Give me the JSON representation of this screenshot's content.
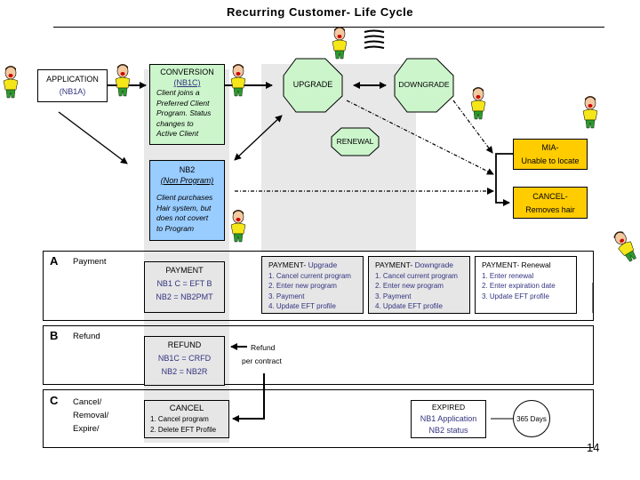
{
  "title": "Recurring Customer- Life Cycle",
  "top_flow": {
    "application": {
      "title": "APPLICATION",
      "code": "(NB1A)"
    },
    "conversion": {
      "title": "CONVERSION",
      "code": "(NB1C)",
      "desc": [
        "Client joins a",
        "Preferred Client",
        "Program.  Status",
        "changes to",
        "Active Client"
      ]
    },
    "upgrade": "UPGRADE",
    "downgrade": "DOWNGRADE",
    "renewal": "RENEWAL",
    "nb2": {
      "title": "NB2",
      "subtitle": "(Non Program)",
      "desc": [
        "Client  purchases",
        "Hair system, but",
        "does not covert",
        "to Program"
      ]
    },
    "mia": {
      "line1": "MIA-",
      "line2": "Unable to locate"
    },
    "cancel_removes": {
      "line1": "CANCEL-",
      "line2": "Removes  hair"
    }
  },
  "sections": {
    "a": {
      "letter": "A",
      "label": "Payment",
      "payment_box": {
        "title": "PAYMENT",
        "lines": [
          "NB1 C = EFT B",
          "NB2 = NB2PMT"
        ]
      },
      "upgrade_box": {
        "title_prefix": "PAYMENT- ",
        "title_suffix": "Upgrade",
        "steps": [
          "1. Cancel current program",
          "2.  Enter new program",
          "3. Payment",
          "4. Update EFT profile"
        ]
      },
      "downgrade_box": {
        "title_prefix": "PAYMENT- ",
        "title_suffix": "Downgrade",
        "steps": [
          "1. Cancel current program",
          "2.  Enter new program",
          "3. Payment",
          "4. Update EFT profile"
        ]
      },
      "renewal_box": {
        "title": "PAYMENT- Renewal",
        "steps": [
          "1. Enter renewal",
          "2.  Enter expiration date",
          "3.  Update EFT profile"
        ]
      }
    },
    "b": {
      "letter": "B",
      "label": "Refund",
      "refund_box": {
        "title": "REFUND",
        "lines": [
          "NB1C = CRFD",
          "NB2 = NB2R"
        ]
      },
      "note": [
        "Refund",
        "per  contract"
      ]
    },
    "c": {
      "letter": "C",
      "labels": [
        "Cancel/",
        "Removal/",
        "Expire/"
      ],
      "cancel_box": {
        "title": "CANCEL",
        "steps": [
          "1. Cancel program",
          "2. Delete EFT Profile"
        ]
      },
      "expired_box": {
        "title": "EXPIRED",
        "lines": [
          "NB1 Application",
          "NB2 status"
        ]
      },
      "days_circle": "365 Days"
    }
  },
  "page_number": "14",
  "colors": {
    "green": "#ccf5cc",
    "blue": "#99ccff",
    "orange": "#ffcc00",
    "gray_column": "#e8e8e8",
    "navy_text": "#333380"
  }
}
